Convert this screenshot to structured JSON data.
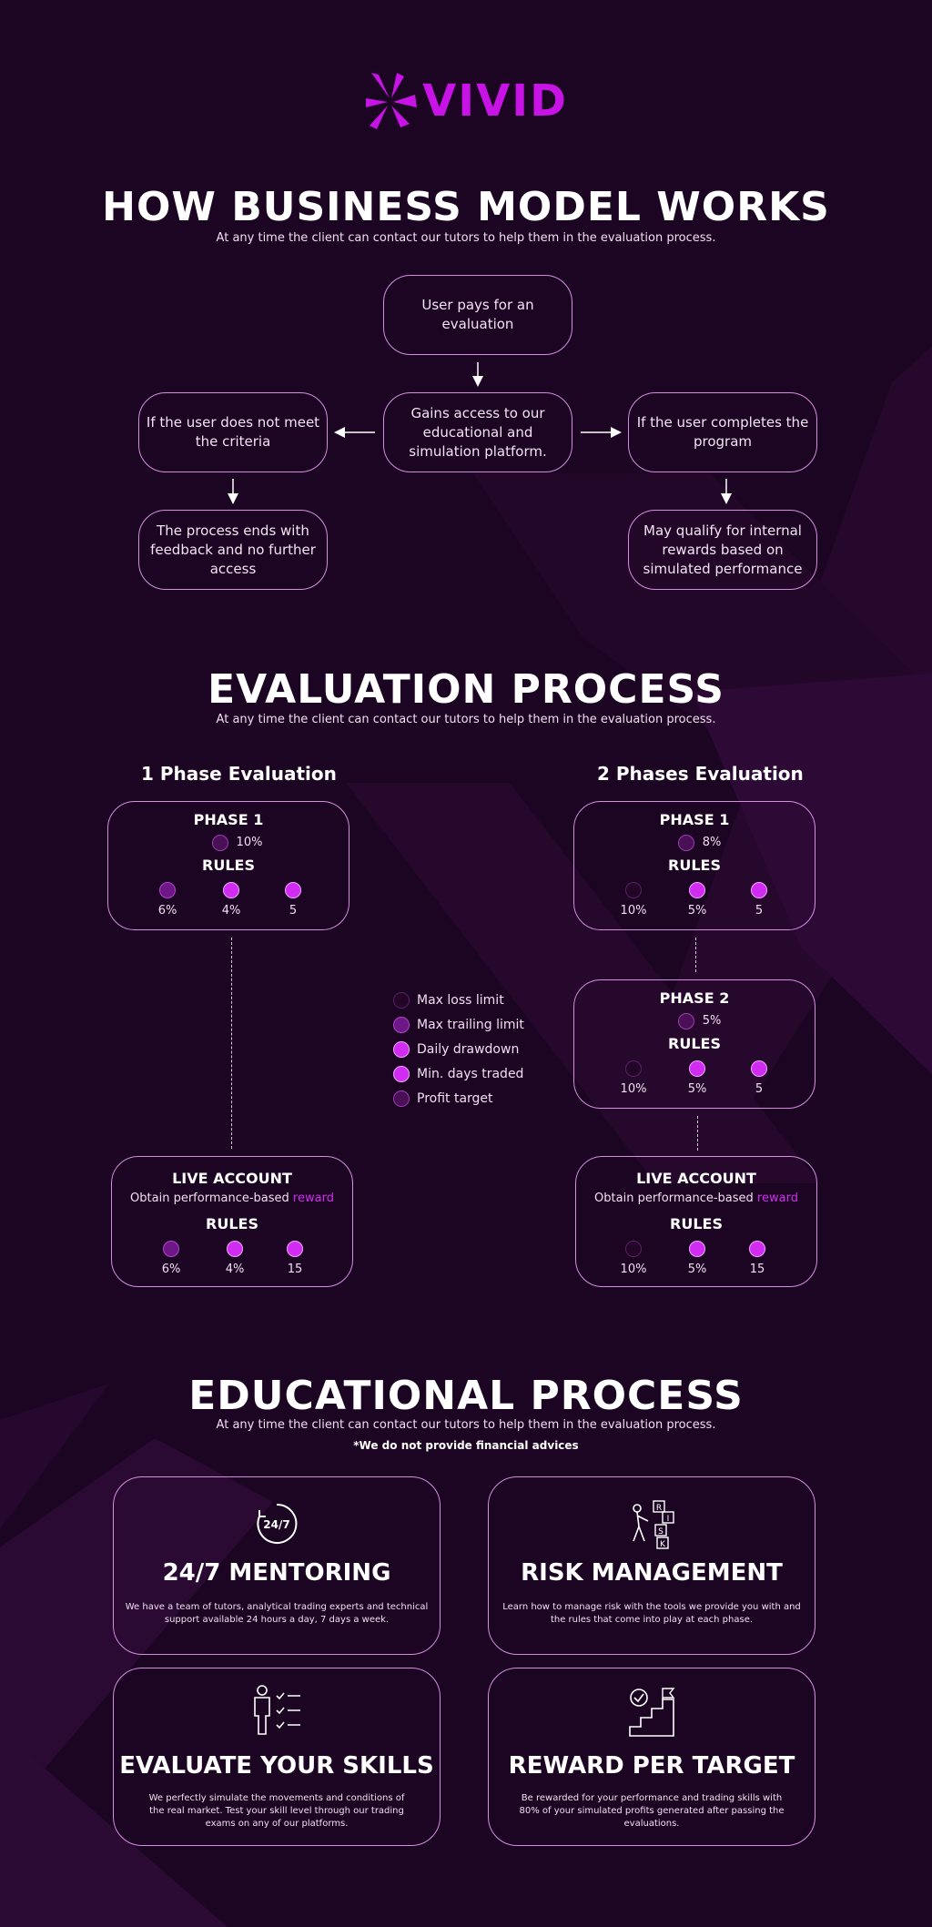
{
  "logo": {
    "text": "VIVID",
    "icon": "vivid-star-icon"
  },
  "business": {
    "title": "HOW BUSINESS MODEL WORKS",
    "subtitle": "At any time the client can contact our tutors to help them in the evaluation process.",
    "nodes": {
      "pays": "User pays for an evaluation",
      "access": "Gains access to our educational and simulation platform.",
      "not_meet": "If the user does not meet the criteria",
      "completes": "If the user completes the program",
      "ends": "The process ends with feedback and no further access",
      "qualify": "May qualify for internal rewards based on simulated performance"
    }
  },
  "evaluation": {
    "title": "EVALUATION PROCESS",
    "subtitle": "At any time the client can contact our tutors to help them in the evaluation process.",
    "one_phase": {
      "heading": "1 Phase Evaluation",
      "phase1": {
        "title": "PHASE 1",
        "target": "10%",
        "rules_label": "RULES",
        "rules": [
          "6%",
          "4%",
          "5"
        ]
      },
      "live": {
        "title": "LIVE ACCOUNT",
        "subtitle_prefix": "Obtain performance-based",
        "subtitle_accent": "reward",
        "rules_label": "RULES",
        "rules": [
          "6%",
          "4%",
          "15"
        ]
      }
    },
    "two_phase": {
      "heading": "2 Phases Evaluation",
      "phase1": {
        "title": "PHASE 1",
        "target": "8%",
        "rules_label": "RULES",
        "rules": [
          "10%",
          "5%",
          "5"
        ]
      },
      "phase2": {
        "title": "PHASE 2",
        "target": "5%",
        "rules_label": "RULES",
        "rules": [
          "10%",
          "5%",
          "5"
        ]
      },
      "live": {
        "title": "LIVE ACCOUNT",
        "subtitle_prefix": "Obtain performance-based",
        "subtitle_accent": "reward",
        "rules_label": "RULES",
        "rules": [
          "10%",
          "5%",
          "15"
        ]
      }
    },
    "legend": [
      "Max loss limit",
      "Max trailing limit",
      "Daily drawdown",
      "Min. days traded",
      "Profit target"
    ]
  },
  "education": {
    "title": "EDUCATIONAL PROCESS",
    "subtitle": "At any time the client can contact our tutors to help them in the evaluation process.",
    "note": "*We do not provide financial advices",
    "cards": [
      {
        "title": "24/7 MENTORING",
        "icon": "clock-24-7-icon",
        "icon_text": "24/7",
        "desc": "We have a team of tutors, analytical trading experts and technical support available 24 hours a day, 7 days a week."
      },
      {
        "title": "RISK MANAGEMENT",
        "icon": "risk-blocks-icon",
        "icon_letters": [
          "R",
          "I",
          "S",
          "K"
        ],
        "desc": "Learn how to manage risk with the tools we provide you with and the rules that come into play at each phase."
      },
      {
        "title": "EVALUATE YOUR SKILLS",
        "icon": "checklist-person-icon",
        "desc": "We perfectly simulate the movements and conditions of the real market. Test your skill level through our trading exams on any of our platforms."
      },
      {
        "title": "REWARD PER TARGET",
        "icon": "stairs-target-icon",
        "desc": "Be rewarded for your performance and trading skills with 80% of your simulated profits generated after passing the evaluations."
      }
    ]
  },
  "colors": {
    "background": "#1c0522",
    "accent": "#c813e6",
    "border": "#d58ee0"
  }
}
